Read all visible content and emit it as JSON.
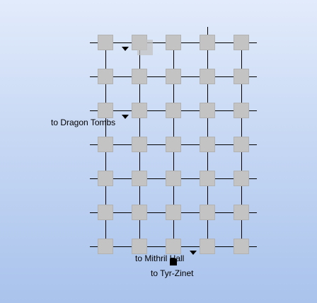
{
  "map": {
    "columns": 5,
    "rows": 7,
    "room_color": "#c3c3c3",
    "background_color": "#c7d8f4",
    "player_marker_color": "#000000",
    "labels": [
      {
        "id": "dragon-tombs",
        "text": "to Dragon Tombs"
      },
      {
        "id": "mithril-hall",
        "text": "to Mithril Hall"
      },
      {
        "id": "tyr-zinet",
        "text": "to Tyr-Zinet"
      }
    ]
  }
}
